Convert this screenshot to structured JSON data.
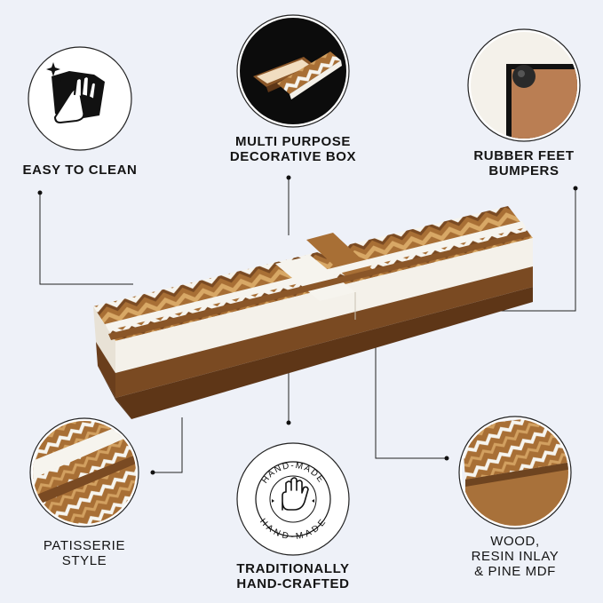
{
  "features": {
    "easy_clean": {
      "lines": [
        "EASY TO CLEAN"
      ],
      "icon": "cleaning-cloth-hand-icon"
    },
    "multi_purpose": {
      "lines": [
        "MULTI PURPOSE",
        "DECORATIVE BOX"
      ],
      "icon": "open-box-icon"
    },
    "rubber_feet": {
      "lines": [
        "RUBBER FEET",
        "BUMPERS"
      ],
      "icon": "rubber-foot-icon"
    },
    "patisserie": {
      "lines": [
        "PATISSERIE",
        "STYLE"
      ],
      "icon": "pattern-closeup-icon"
    },
    "handcrafted": {
      "lines": [
        "TRADITIONALLY",
        "HAND-CRAFTED"
      ],
      "icon": "hand-made-stamp-icon"
    },
    "materials": {
      "lines": [
        "WOOD,",
        "RESIN INLAY",
        "& PINE MDF"
      ],
      "icon": "material-corner-icon"
    }
  },
  "stamp": {
    "top_text": "HAND-MADE",
    "bottom_text": "HAND-MADE"
  },
  "colors": {
    "background": "#eef1f8",
    "wood_dark": "#6e4420",
    "wood_mid": "#a86f35",
    "wood_light": "#d2a060",
    "resin": "#f6f4ee",
    "text": "#141414"
  }
}
